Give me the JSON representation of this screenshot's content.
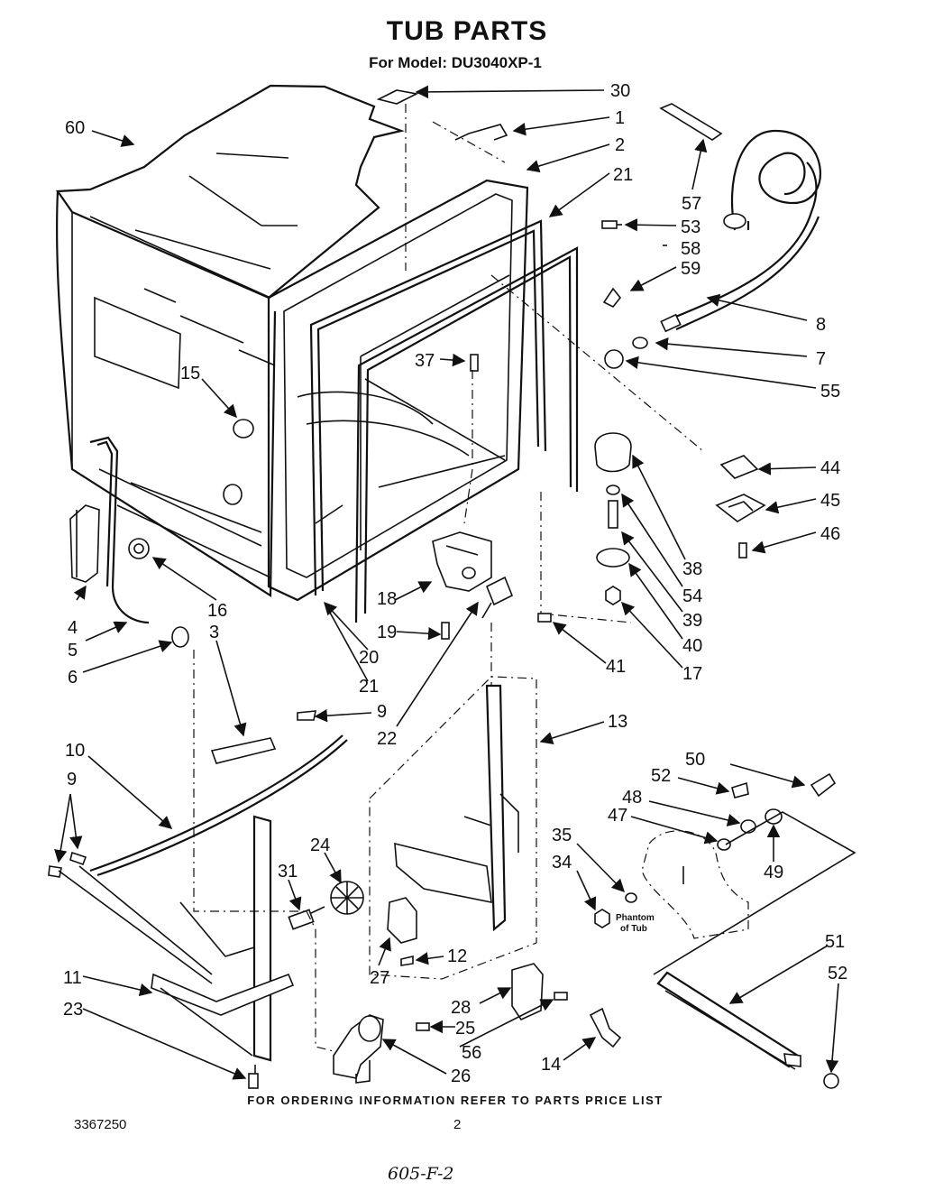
{
  "header": {
    "title": "TUB PARTS",
    "subtitle": "For Model: DU3040XP-1"
  },
  "diagram": {
    "phantom_label_line1": "Phantom",
    "phantom_label_line2": "of Tub",
    "callouts": {
      "c60": "60",
      "c30": "30",
      "c1": "1",
      "c2": "2",
      "c21a": "21",
      "c57": "57",
      "c53": "53",
      "c58": "58",
      "c59": "59",
      "c8": "8",
      "c7": "7",
      "c55": "55",
      "c37": "37",
      "c15": "15",
      "c44": "44",
      "c45": "45",
      "c46": "46",
      "c38": "38",
      "c54": "54",
      "c39": "39",
      "c40": "40",
      "c17": "17",
      "c16": "16",
      "c4": "4",
      "c5": "5",
      "c6": "6",
      "c3": "3",
      "c18": "18",
      "c19": "19",
      "c20": "20",
      "c21b": "21",
      "c41": "41",
      "c9a": "9",
      "c22": "22",
      "c13": "13",
      "c10": "10",
      "c9b": "9",
      "c50": "50",
      "c52a": "52",
      "c48": "48",
      "c47": "47",
      "c49": "49",
      "c35": "35",
      "c34": "34",
      "c24": "24",
      "c31": "31",
      "c12": "12",
      "c27": "27",
      "c11": "11",
      "c23": "23",
      "c28": "28",
      "c25": "25",
      "c56": "56",
      "c26": "26",
      "c14": "14",
      "c51": "51",
      "c52b": "52"
    }
  },
  "footer": {
    "ordering_note": "FOR ORDERING INFORMATION REFER TO PARTS PRICE LIST",
    "doc_number": "3367250",
    "page_number": "2",
    "handwritten_note": "605-F-2"
  }
}
